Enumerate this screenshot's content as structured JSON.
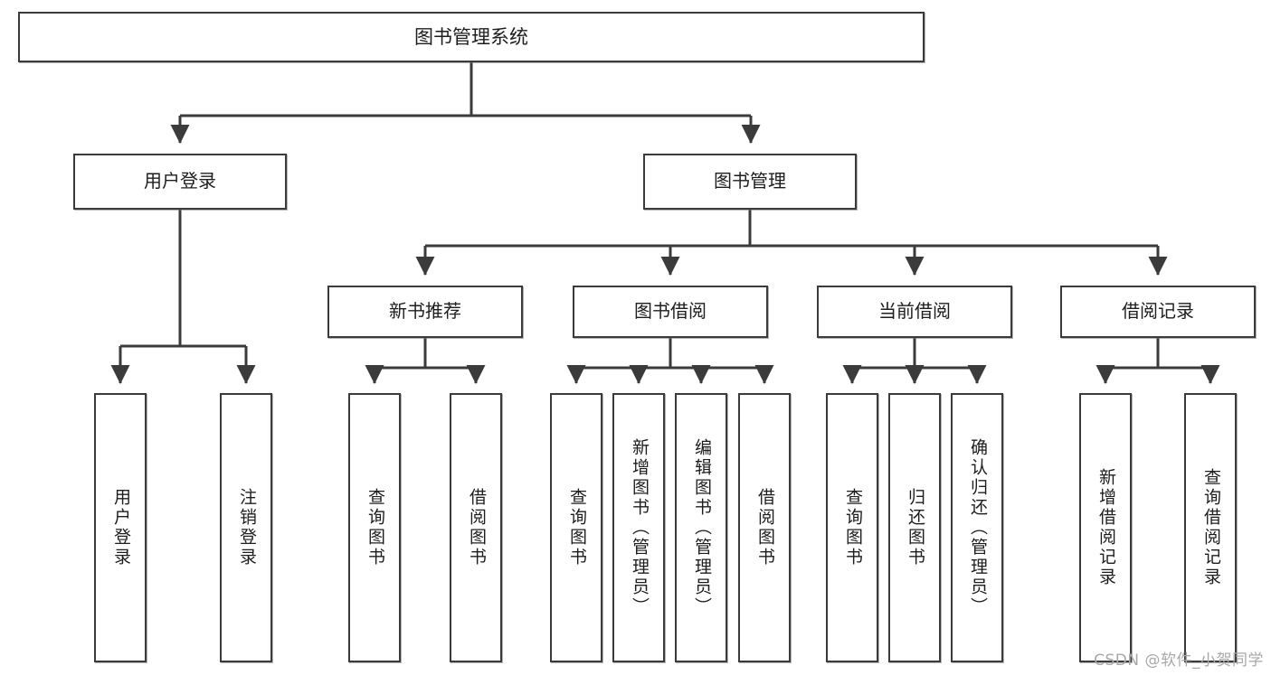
{
  "diagram": {
    "title": "图书管理系统",
    "root": {
      "id": "root",
      "label": "图书管理系统"
    },
    "level2": [
      {
        "id": "user-login",
        "label": "用户登录"
      },
      {
        "id": "book-manage",
        "label": "图书管理"
      }
    ],
    "level3": [
      {
        "id": "new-book-recommend",
        "label": "新书推荐"
      },
      {
        "id": "book-borrow",
        "label": "图书借阅"
      },
      {
        "id": "current-borrow",
        "label": "当前借阅"
      },
      {
        "id": "borrow-record",
        "label": "借阅记录"
      }
    ],
    "leaves": [
      {
        "id": "leaf-user-login",
        "label": "用户登录"
      },
      {
        "id": "leaf-user-logout",
        "label": "注销登录"
      },
      {
        "id": "leaf-query-book-1",
        "label": "查询图书"
      },
      {
        "id": "leaf-borrow-book-1",
        "label": "借阅图书"
      },
      {
        "id": "leaf-query-book-2",
        "label": "查询图书"
      },
      {
        "id": "leaf-add-book-admin",
        "label": "新增图书（管理员）"
      },
      {
        "id": "leaf-edit-book-admin",
        "label": "编辑图书（管理员）"
      },
      {
        "id": "leaf-borrow-book-2",
        "label": "借阅图书"
      },
      {
        "id": "leaf-query-book-3",
        "label": "查询图书"
      },
      {
        "id": "leaf-return-book",
        "label": "归还图书"
      },
      {
        "id": "leaf-confirm-return",
        "label": "确认归还（管理员）"
      },
      {
        "id": "leaf-add-record",
        "label": "新增借阅记录"
      },
      {
        "id": "leaf-query-record",
        "label": "查询借阅记录"
      }
    ],
    "colors": {
      "box_border": "#3b3b3b",
      "box_fill": "#ffffff",
      "connector": "#3b3b3b",
      "text": "#1d1d1d",
      "watermark": "#a8a8a8"
    }
  },
  "watermark": {
    "text": "CSDN @软件_小贺同学"
  }
}
